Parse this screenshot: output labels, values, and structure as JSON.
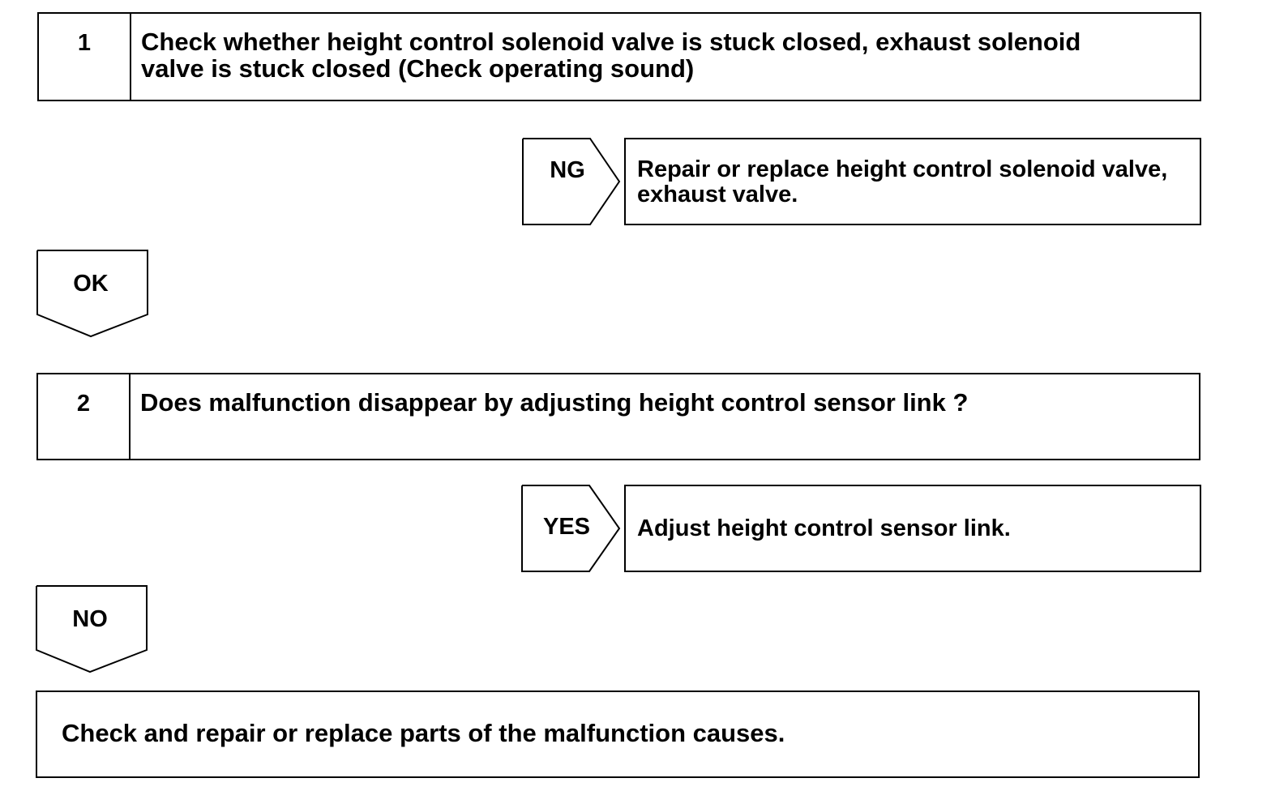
{
  "steps": [
    {
      "number": "1",
      "text_line1": "Check whether height control solenoid valve is stuck closed, exhaust solenoid",
      "text_line2": "valve is stuck closed (Check operating sound)"
    },
    {
      "number": "2",
      "text": "Does malfunction disappear by adjusting height control sensor link ?"
    }
  ],
  "branches": {
    "ng": {
      "label": "NG",
      "result_line1": "Repair or replace height control solenoid valve,",
      "result_line2": "exhaust valve."
    },
    "ok": {
      "label": "OK"
    },
    "yes": {
      "label": "YES",
      "result": "Adjust height control sensor link."
    },
    "no": {
      "label": "NO"
    }
  },
  "final": {
    "text": "Check and repair or replace parts of the malfunction causes."
  }
}
